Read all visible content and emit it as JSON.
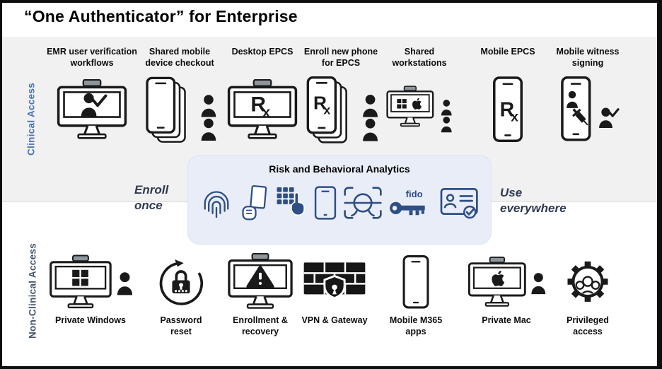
{
  "title": "“One Authenticator” for Enterprise",
  "rails": {
    "clinical": "Clinical Access",
    "nonclinical": "Non-Clinical Access"
  },
  "clinical_items": [
    {
      "label": "EMR user verification workflows",
      "icon": "monitor-user-check"
    },
    {
      "label": "Shared mobile device checkout",
      "icon": "phones-users"
    },
    {
      "label": "Desktop EPCS",
      "icon": "monitor-rx"
    },
    {
      "label": "Enroll new phone for EPCS",
      "icon": "phones-rx-users"
    },
    {
      "label": "Shared workstations",
      "icon": "monitor-win-apple-users"
    },
    {
      "label": "Mobile EPCS",
      "icon": "phone-rx"
    },
    {
      "label": "Mobile witness signing",
      "icon": "phone-witness-sign"
    }
  ],
  "nonclinical_items": [
    {
      "label": "Private Windows",
      "icon": "monitor-windows-user"
    },
    {
      "label": "Password reset",
      "icon": "lock-reset"
    },
    {
      "label": "Enrollment & recovery",
      "icon": "monitor-warning"
    },
    {
      "label": "VPN & Gateway",
      "icon": "firewall-shield"
    },
    {
      "label": "Mobile M365 apps",
      "icon": "phone-plain"
    },
    {
      "label": "Private Mac",
      "icon": "monitor-apple-user"
    },
    {
      "label": "Privileged access",
      "icon": "gear-people"
    }
  ],
  "middle": {
    "enroll_text": "Enroll once",
    "use_text": "Use everywhere",
    "analytics_title": "Risk and Behavioral Analytics",
    "analytics_icons": [
      "fingerprint",
      "hand-card",
      "pin-pad",
      "phone-outline",
      "face-scan",
      "fido-key",
      "id-card-check"
    ],
    "fido_label": "fido"
  },
  "colors": {
    "clinical_blue": "#4a72b2",
    "nonclinical_navy": "#44546a",
    "band_gray": "#f1f1f1",
    "analytics_bg": "#e8edf7",
    "icon_navy": "#2e4e85",
    "ink": "#1a1a1a"
  }
}
